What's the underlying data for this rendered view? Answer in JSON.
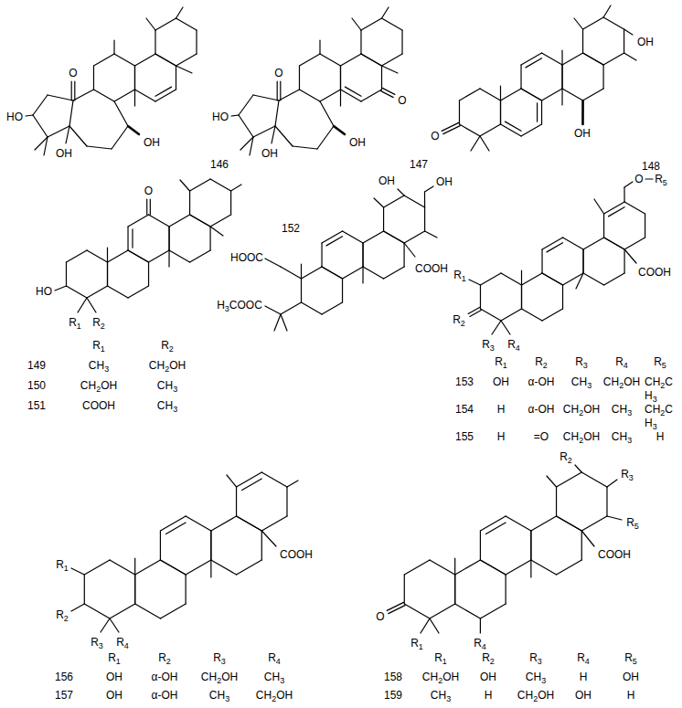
{
  "diagram": {
    "labels": [
      "O",
      "HO",
      "OH",
      "OH",
      "146",
      "O",
      "O",
      "HO",
      "OH",
      "OH",
      "147",
      "O",
      "OH",
      "OH",
      "148",
      "O",
      "HO",
      "R1",
      "R2",
      "R1",
      "R2",
      "149",
      "CH3",
      "CH2OH",
      "150",
      "CH2OH",
      "CH3",
      "151",
      "COOH",
      "CH3",
      "OH",
      "OH",
      "COOH",
      "HOOC",
      "H3COOC",
      "152",
      "O",
      "R5",
      "R1",
      "R2",
      "R3",
      "R4",
      "COOH",
      "R1",
      "R2",
      "R3",
      "R4",
      "R5",
      "153",
      "OH",
      "α-OH",
      "CH3",
      "CH2OH",
      "CH2CH3",
      "154",
      "H",
      "α-OH",
      "CH2OH",
      "CH3",
      "CH2CH3",
      "155",
      "H",
      "=O",
      "CH2OH",
      "CH3",
      "H",
      "R1",
      "R2",
      "R3",
      "R4",
      "COOH",
      "R1",
      "R2",
      "R3",
      "R4",
      "156",
      "OH",
      "α-OH",
      "CH2OH",
      "CH3",
      "157",
      "OH",
      "α-OH",
      "CH3",
      "CH2OH",
      "O",
      "R2",
      "R3",
      "R5",
      "COOH",
      "R1",
      "R4",
      "R1",
      "R2",
      "R3",
      "R4",
      "R5",
      "158",
      "CH2OH",
      "OH",
      "CH3",
      "H",
      "OH",
      "159",
      "CH3",
      "H",
      "CH2OH",
      "OH",
      "H"
    ]
  }
}
